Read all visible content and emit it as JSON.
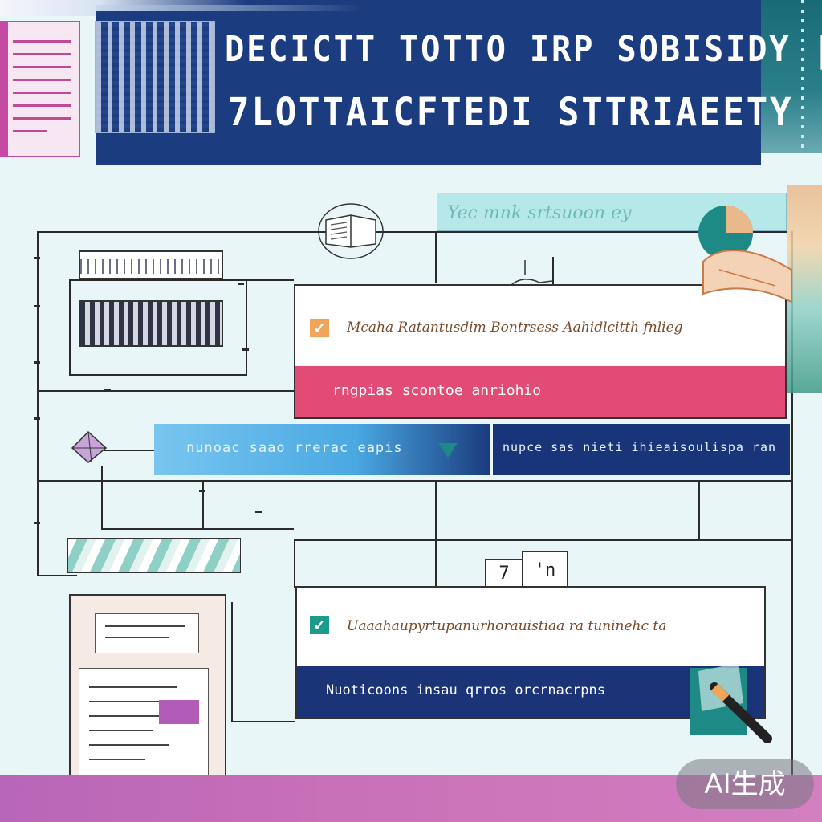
{
  "header": {
    "title_line1": "DECICTT TOTTO IRP SOBISIDY |",
    "title_line2": "7LOTTAICFTEDI STTRIAEETY"
  },
  "rows": {
    "row1_header_text": "Mcaha Ratantusdim Bontrsess Aahidlcitth fnlieg",
    "row1_band_text": "rngpias scontoe anriohio",
    "blue_bar_text": "nunoac saao rrerac eapis",
    "navy_bar_text": "nupce sas nieti ihieaisoulispa ran",
    "row2_header_text": "Uaaahaupyrtupanurhorauistiaa ra tuninehc ta",
    "row2_band_text": "Nuoticoons insau qrros orcrnacrpns",
    "teal_panel_text": "Yec mnk srtsuoon ey",
    "small_box_1": "7",
    "small_box_2": "'n"
  },
  "badge": {
    "label": "AI生成"
  },
  "colors": {
    "navy": "#1b3c7e",
    "pink": "#e24b74",
    "sky": "#4aa8e2",
    "teal": "#1c9a8a",
    "magenta": "#c870b8",
    "orange": "#f0a65a"
  },
  "icons": {
    "check_orange": "check-square-icon",
    "check_teal": "check-square-icon",
    "book": "open-book-icon",
    "pencil": "pencil-icon",
    "plant": "plant-icon",
    "gem": "gem-icon"
  }
}
